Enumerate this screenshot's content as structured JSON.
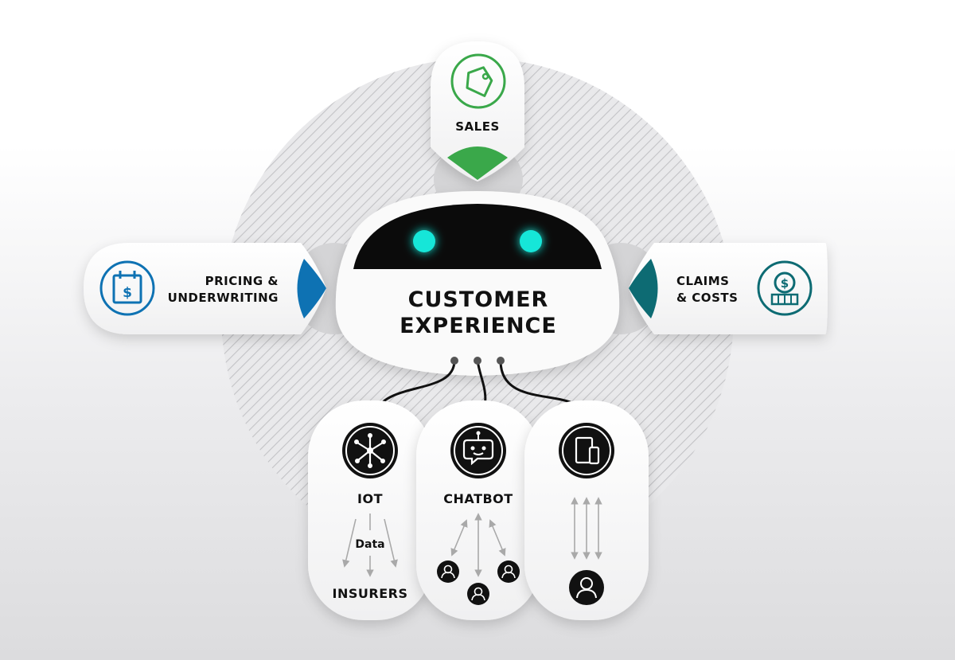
{
  "center": {
    "line1": "CUSTOMER",
    "line2": "EXPERIENCE"
  },
  "top_card": {
    "label": "SALES",
    "icon": "price-tag-icon",
    "accent": "#3aa84a"
  },
  "left_card": {
    "line1": "PRICING &",
    "line2": "UNDERWRITING",
    "icon": "calendar-dollar-icon",
    "accent": "#0e72b3"
  },
  "right_card": {
    "line1": "CLAIMS",
    "line2": "& COSTS",
    "icon": "coin-stack-dollar-icon",
    "accent": "#0d6b73"
  },
  "bottom_cards": [
    {
      "label": "IOT",
      "icon": "network-nodes-icon",
      "flow_label": "Data",
      "target": "INSURERS"
    },
    {
      "label": "CHATBOT",
      "icon": "chatbot-face-icon",
      "targets": [
        "user-icon",
        "user-icon",
        "user-icon"
      ]
    },
    {
      "label": "",
      "icon": "tablet-phone-icon",
      "targets": [
        "user-icon"
      ]
    }
  ],
  "colors": {
    "robot_eye": "#19e6d8",
    "robot_visor": "#0b0b0b",
    "connector": "#111111",
    "arrow": "#a9a9a9",
    "hatch": "#c6c6c6"
  }
}
